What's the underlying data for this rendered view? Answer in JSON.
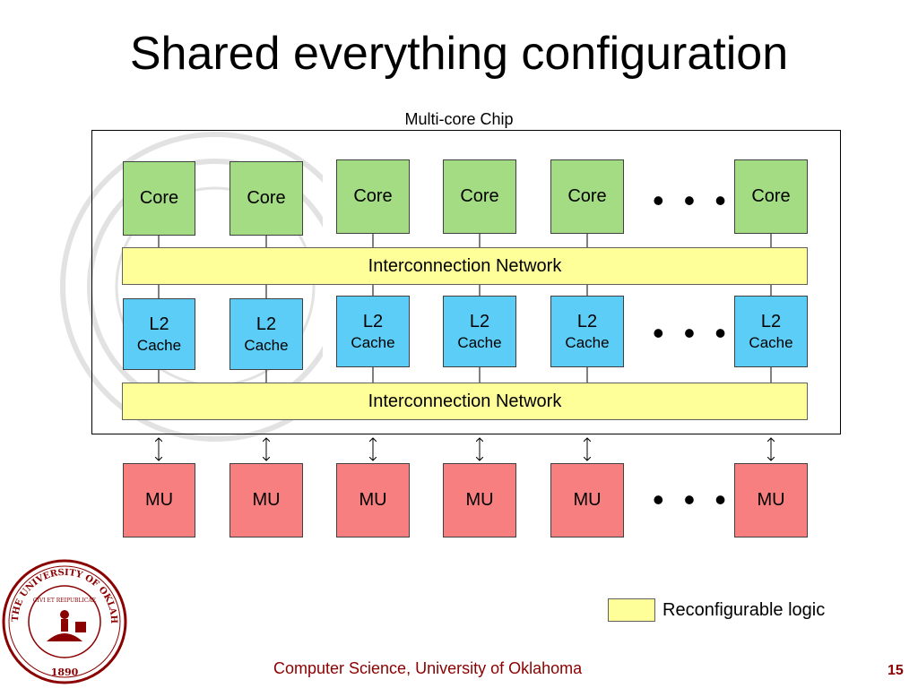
{
  "slide": {
    "title": "Shared everything configuration",
    "chip_label": "Multi-core Chip",
    "cores": [
      "Core",
      "Core",
      "Core",
      "Core",
      "Core",
      "Core"
    ],
    "networks": [
      "Interconnection Network",
      "Interconnection Network"
    ],
    "l2_caches": [
      {
        "line1": "L2",
        "line2": "Cache"
      },
      {
        "line1": "L2",
        "line2": "Cache"
      },
      {
        "line1": "L2",
        "line2": "Cache"
      },
      {
        "line1": "L2",
        "line2": "Cache"
      },
      {
        "line1": "L2",
        "line2": "Cache"
      },
      {
        "line1": "L2",
        "line2": "Cache"
      }
    ],
    "memory_units": [
      "MU",
      "MU",
      "MU",
      "MU",
      "MU",
      "MU"
    ],
    "ellipsis": "• • •",
    "legend": {
      "label": "Reconfigurable logic",
      "color": "#ffff99"
    },
    "footer": "Computer Science, University of Oklahoma",
    "page_number": "15"
  },
  "colors": {
    "core": "#a4dc84",
    "l2_cache": "#5bcdf7",
    "memory_unit": "#f87f7f",
    "network": "#ffff99",
    "footer_text": "#8b0000"
  },
  "logo": {
    "text_top": "THE UNIVERSITY OF OKLAHOMA",
    "motto": "CIVI ET REIPUBLICAE",
    "year": "1890"
  }
}
